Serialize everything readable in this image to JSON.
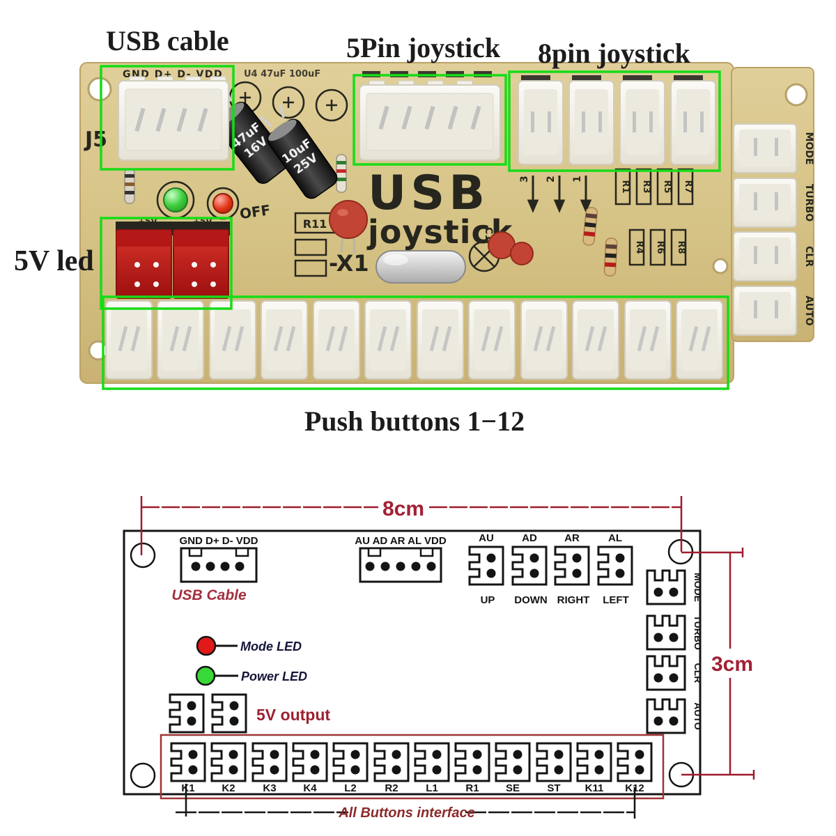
{
  "photo": {
    "labels": {
      "usb_cable": "USB cable",
      "five_pin": "5Pin joystick",
      "eight_pin": "8pin joystick",
      "five_v_led": "5V led",
      "push_buttons": "Push buttons 1−12"
    },
    "silkscreen": {
      "usb_pins": "GND D+ D- VDD",
      "top_row": "U4   47uF   100uF",
      "j5": "J5",
      "title": "USB",
      "subtitle": "joystick",
      "x1": "-X1",
      "off": "OFF",
      "r11": "R11",
      "c1": "C1",
      "plus5v": "+5V",
      "cap1_value": "47uF",
      "cap1_volt": "16V",
      "cap2_value": "10uF",
      "cap2_volt": "25V",
      "arrows": [
        "3",
        "2",
        "1"
      ],
      "resistors_top": [
        "R1",
        "R3",
        "R5",
        "R7"
      ],
      "resistors_bottom": [
        "R4",
        "R6",
        "R8"
      ],
      "side_labels": [
        "MODE",
        "TURBO",
        "CLR",
        "AUTO"
      ]
    }
  },
  "diagram": {
    "dims": {
      "width": "8cm",
      "height": "3cm"
    },
    "usb": {
      "pins": "GND D+ D- VDD",
      "label": "USB Cable"
    },
    "joy5_pins": "AU AD AR AL VDD",
    "directions": {
      "headers": [
        "AU",
        "AD",
        "AR",
        "AL"
      ],
      "labels": [
        "UP",
        "DOWN",
        "RIGHT",
        "LEFT"
      ]
    },
    "side_labels": [
      "MODE",
      "TURBO",
      "CLR",
      "AUTO"
    ],
    "mode_led": "Mode LED",
    "power_led": "Power LED",
    "five_v_output": "5V output",
    "buttons": [
      "K1",
      "K2",
      "K3",
      "K4",
      "L2",
      "R2",
      "L1",
      "R1",
      "SE",
      "ST",
      "K11",
      "K12"
    ],
    "all_buttons": "All Buttons interface"
  },
  "colors": {
    "annotation_green": "#17dc17",
    "dimension_red": "#9e1b2f",
    "label_red": "#a3303f",
    "board_tan": "#d8c68d",
    "led_red": "#e11919",
    "led_green": "#38d838",
    "navy_label": "#15153a"
  }
}
